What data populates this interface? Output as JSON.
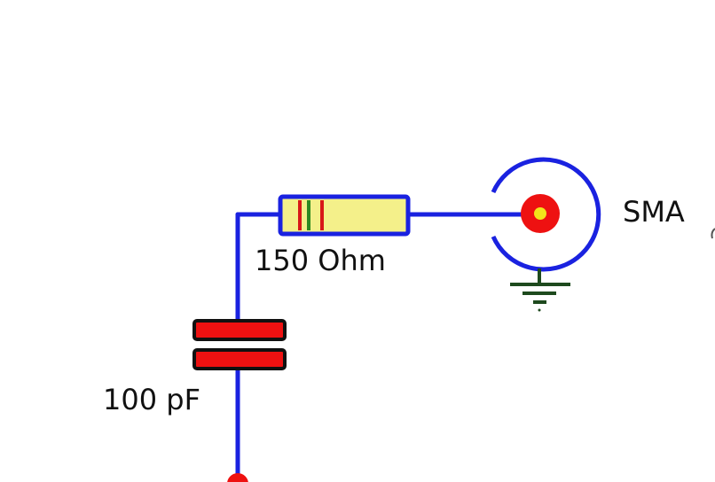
{
  "labels": {
    "resistor": "150 Ohm",
    "capacitor": "100 pF",
    "connector": "SMA"
  },
  "colors": {
    "wire": "#1a22e0",
    "capacitor_plate": "#ee1111",
    "resistor_body": "#f4f08a",
    "band_red": "#d81818",
    "band_green": "#2e8a22",
    "connector_center": "#ee1111",
    "connector_pin": "#f2e41a",
    "ground": "#1e4a1e",
    "text": "#111111"
  },
  "icons": {
    "resistor": "resistor-icon",
    "capacitor": "capacitor-icon",
    "connector": "sma-connector-icon",
    "ground": "ground-icon",
    "terminal": "terminal-node-icon"
  }
}
